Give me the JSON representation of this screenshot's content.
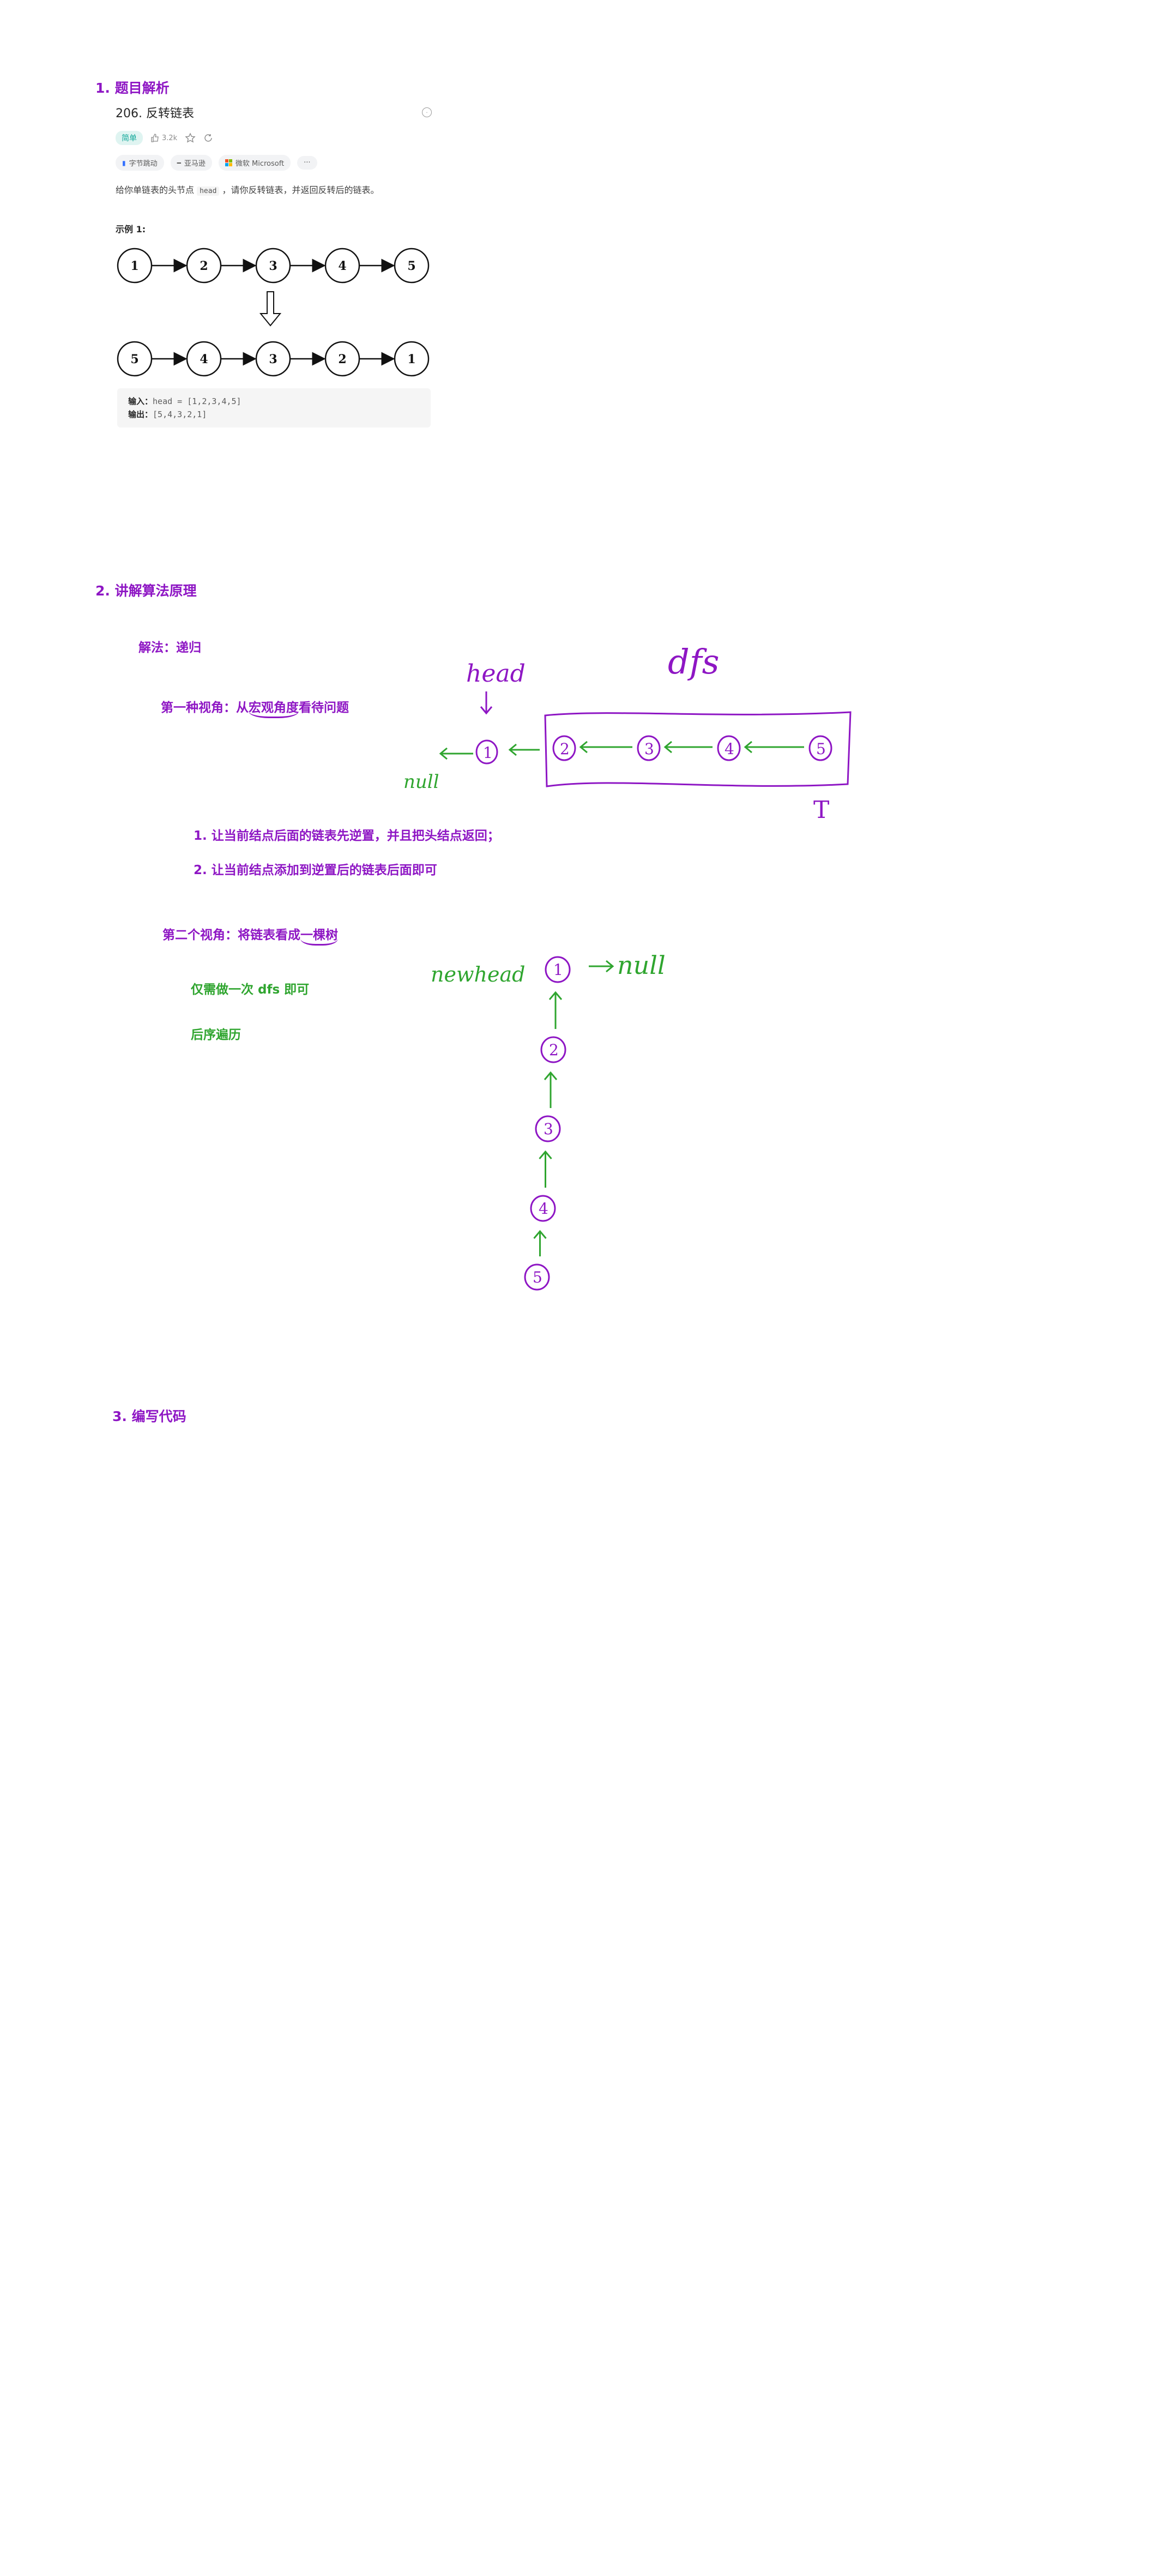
{
  "sections": {
    "s1": "1. 题目解析",
    "s2": "2. 讲解算法原理",
    "s3": "3. 编写代码"
  },
  "problem": {
    "title": "206. 反转链表",
    "difficulty": "简单",
    "likes": "3.2k",
    "tags": [
      "字节跳动",
      "亚马逊",
      "微软 Microsoft"
    ],
    "more": "···",
    "desc_before": "给你单链表的头节点",
    "desc_code": "head",
    "desc_after": "，请你反转链表，并返回反转后的链表。",
    "example_label": "示例 1:",
    "list_top": [
      "1",
      "2",
      "3",
      "4",
      "5"
    ],
    "list_bottom": [
      "5",
      "4",
      "3",
      "2",
      "1"
    ],
    "input_label": "输入：",
    "input_value": "head = [1,2,3,4,5]",
    "output_label": "输出：",
    "output_value": "[5,4,3,2,1]"
  },
  "method": {
    "solution": "解法：递归",
    "view1_prefix": "第一种视角：从",
    "view1_underlined": "宏观角度",
    "view1_suffix": "看待问题",
    "step1": "1. 让当前结点后面的链表先逆置，并且把头结点返回；",
    "step2": "2. 让当前结点添加到逆置后的链表后面即可",
    "view2_prefix": "第二个视角：将链表看成",
    "view2_underlined": "一棵树",
    "green1": "仅需做一次 dfs 即可",
    "green2": "后序遍历"
  },
  "handwriting": {
    "head": "head",
    "dfs": "dfs",
    "null1": "null",
    "hou_xu": "后序",
    "t_mark": "T",
    "newhead": "newhead",
    "null2": "null",
    "left_nodes": [
      "1"
    ],
    "box_nodes": [
      "2",
      "3",
      "4",
      "5"
    ],
    "tree_nodes": [
      "1",
      "2",
      "3",
      "4",
      "5"
    ]
  },
  "colors": {
    "purple": "#8e16c4",
    "green": "#2fa52f",
    "teal": "#15a99b"
  }
}
